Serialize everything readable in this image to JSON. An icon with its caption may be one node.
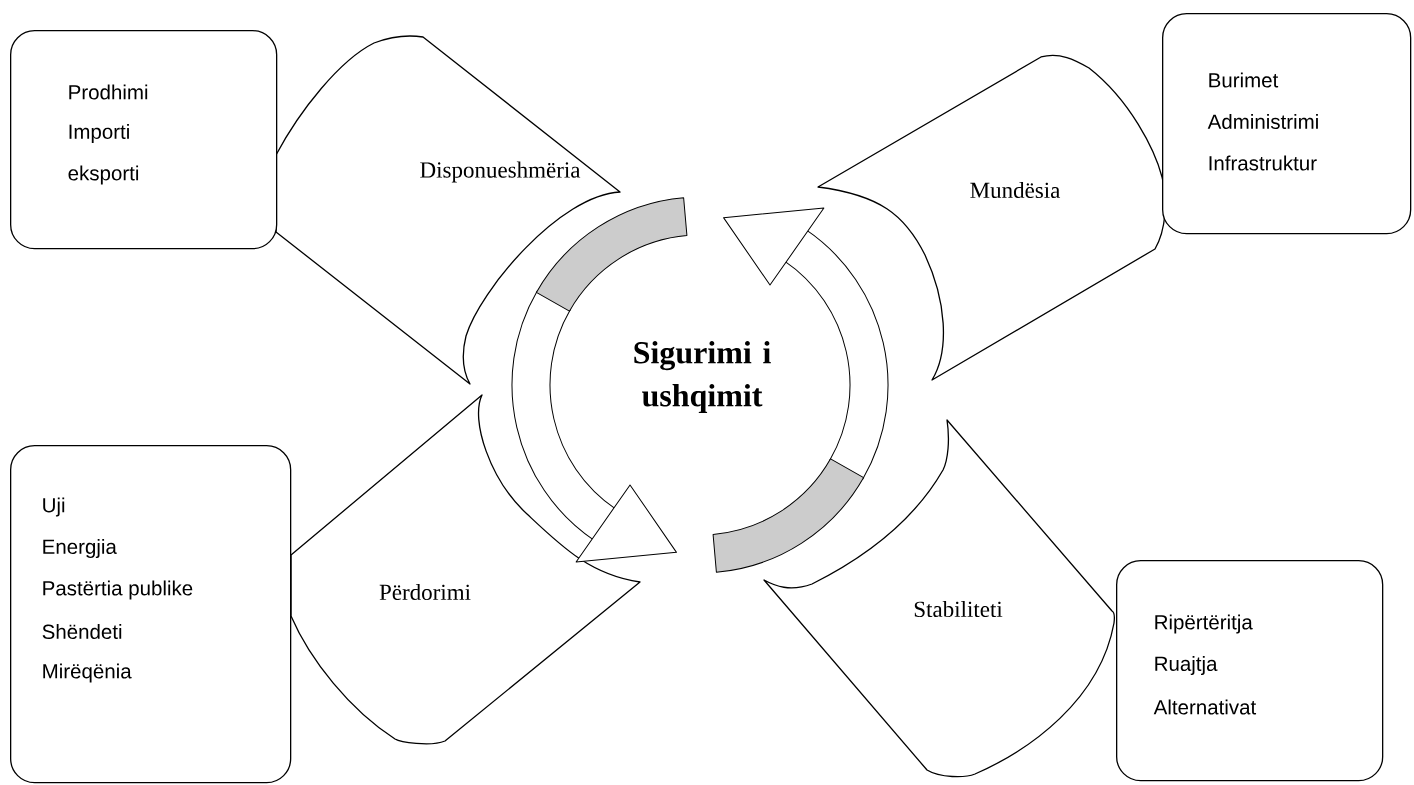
{
  "diagram": {
    "nodes": [
      {
        "text": [
          "Prodhimi",
          "Importi",
          "eksporti"
        ]
      },
      {
        "text": [
          "Disponueshmëria"
        ]
      },
      {
        "text": [
          "Mundësia"
        ]
      },
      {
        "text": [
          "Burimet",
          "Administrimi",
          "Infrastruktur"
        ]
      },
      {
        "text": [
          "Uji",
          "Energjia",
          "Pastërtia publike",
          "Shëndeti",
          "Mirëqënia"
        ]
      },
      {
        "text": [
          "Përdorimi"
        ]
      },
      {
        "text": [
          "Stabiliteti"
        ]
      },
      {
        "text": [
          "Ripërtëritja",
          "Ruajtja",
          "Alternativat"
        ]
      }
    ],
    "labels": [
      "Sigurimi i ushqimit"
    ]
  }
}
